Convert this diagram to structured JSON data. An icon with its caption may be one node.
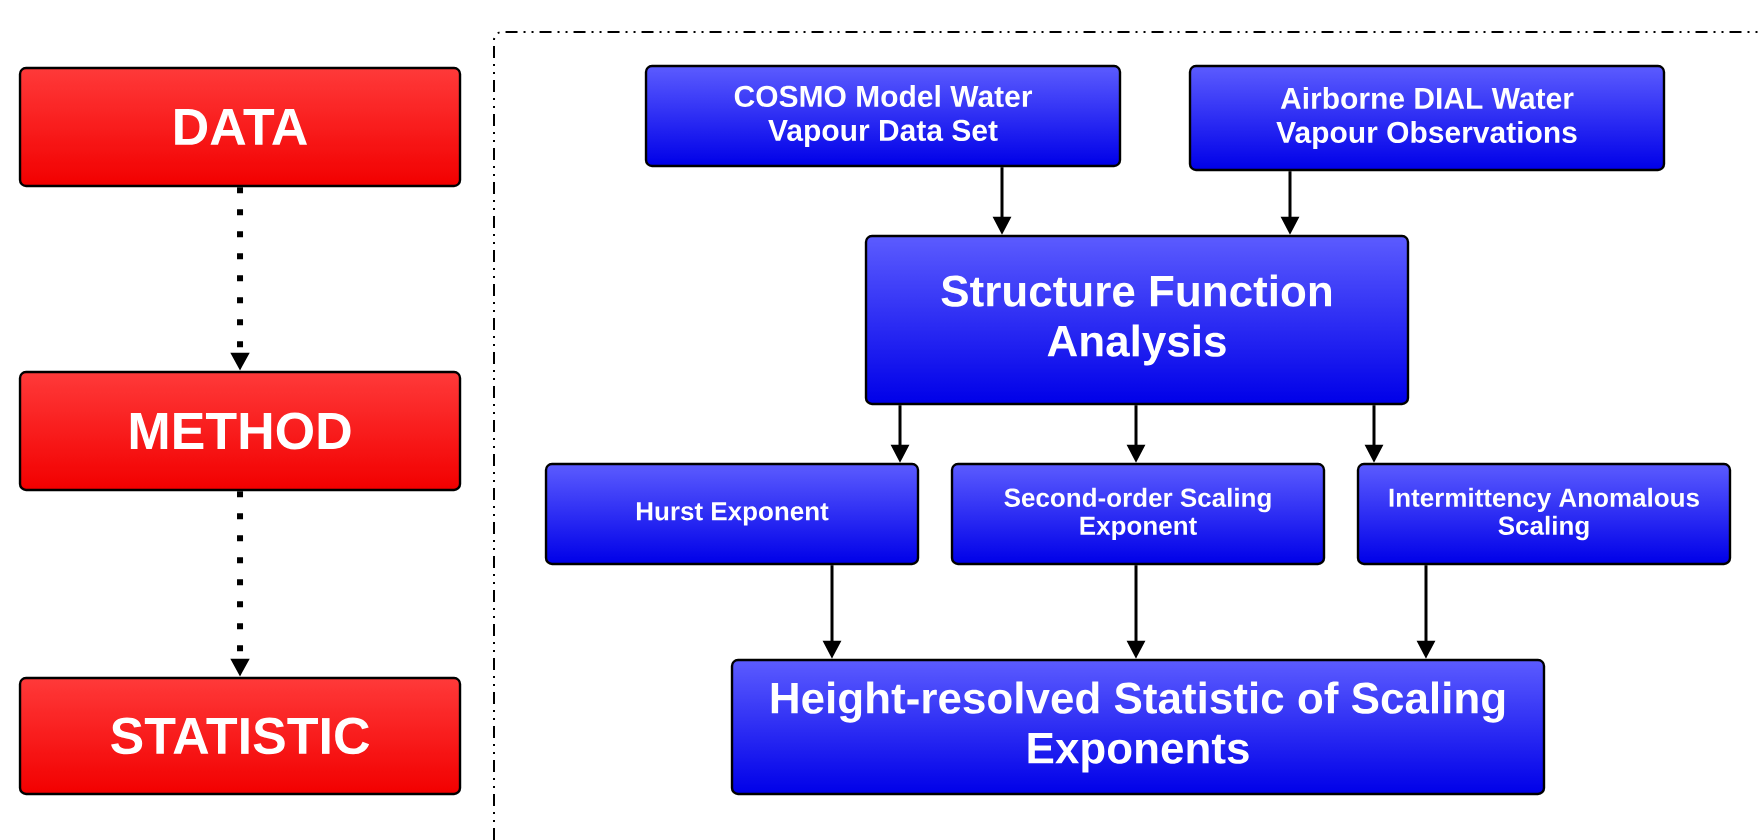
{
  "diagram": {
    "nodes": [
      {
        "text": [
          "DATA"
        ]
      },
      {
        "text": [
          "METHOD"
        ]
      },
      {
        "text": [
          "STATISTIC"
        ]
      },
      {
        "text": [
          "COSMO Model Water Vapour Data Set"
        ]
      },
      {
        "text": [
          "Airborne DIAL Water Vapour Observations"
        ]
      },
      {
        "text": [
          "Structure Function Analysis"
        ]
      },
      {
        "text": [
          "Hurst Exponent"
        ]
      },
      {
        "text": [
          "Second-order Scaling Exponent"
        ]
      },
      {
        "text": [
          "Intermittency Anomalous Scaling"
        ]
      },
      {
        "text": [
          "Height-resolved Statistic of Scaling Exponents"
        ]
      }
    ],
    "edges": [
      {
        "from": 0,
        "to": 1,
        "arrow": "to",
        "style": "dashed"
      },
      {
        "from": 1,
        "to": 2,
        "arrow": "to",
        "style": "dashed"
      },
      {
        "from": 3,
        "to": 5,
        "arrow": "to"
      },
      {
        "from": 4,
        "to": 5,
        "arrow": "to"
      },
      {
        "from": 5,
        "to": 6,
        "arrow": "to"
      },
      {
        "from": 5,
        "to": 7,
        "arrow": "to"
      },
      {
        "from": 5,
        "to": 8,
        "arrow": "to"
      },
      {
        "from": 6,
        "to": 9,
        "arrow": "to"
      },
      {
        "from": 7,
        "to": 9,
        "arrow": "to"
      },
      {
        "from": 8,
        "to": 9,
        "arrow": "to"
      }
    ]
  }
}
